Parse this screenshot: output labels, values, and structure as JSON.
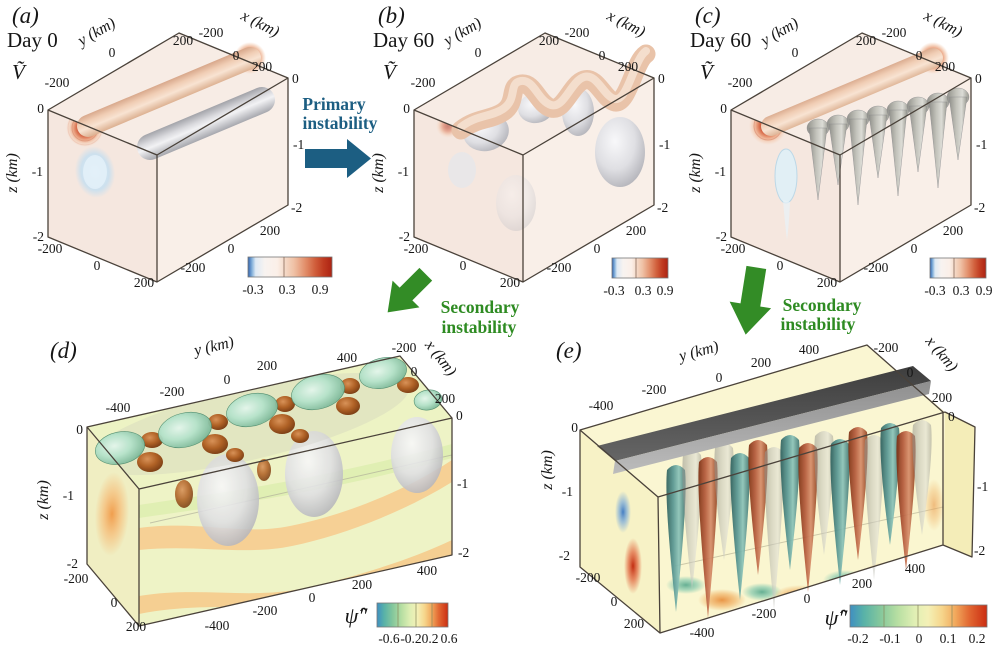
{
  "colors": {
    "primary_arrow": "#1c5e82",
    "secondary_arrow": "#338c26",
    "warm_face": "#f7ece5",
    "green_face": "#edf3c4",
    "yellow_face": "#faf6d2",
    "colorbar_warm_ends": [
      "#2f62ae",
      "#ad2313"
    ],
    "colorbar_rainbow_ends": [
      "#3f8fc1",
      "#cb2d12"
    ]
  },
  "arrows": {
    "primary": {
      "line1": "Primary",
      "line2": "instability"
    },
    "secondary_left": {
      "line1": "Secondary",
      "line2": "instability"
    },
    "secondary_right": {
      "line1": "Secondary",
      "line2": "instability"
    }
  },
  "panels": {
    "a": {
      "tag": "(a)",
      "day": "Day 0",
      "var": "Ṽ",
      "axis_y": {
        "label": "y (km)",
        "ticks": [
          "-200",
          "0",
          "200"
        ]
      },
      "axis_x": {
        "label": "x (km)",
        "ticks": [
          "-200",
          "0",
          "200"
        ]
      },
      "axis_z": {
        "label": "z (km)",
        "ticks": [
          "0",
          "-1",
          "-2"
        ]
      },
      "right_ticks": [
        "0",
        "-1",
        "-2"
      ],
      "bottom_left_ticks": [
        "-200",
        "0",
        "200"
      ],
      "bottom_right_ticks": [
        "200",
        "0",
        "-200"
      ],
      "colorbar": {
        "ticks": [
          "-0.3",
          "0.3",
          "0.9"
        ]
      }
    },
    "b": {
      "tag": "(b)",
      "day": "Day 60",
      "var": "Ṽ",
      "axis_y": {
        "label": "y (km)",
        "ticks": [
          "-200",
          "0",
          "200"
        ]
      },
      "axis_x": {
        "label": "x (km)",
        "ticks": [
          "-200",
          "0",
          "200"
        ]
      },
      "axis_z": {
        "label": "z (km)",
        "ticks": [
          "0",
          "-1",
          "-2"
        ]
      },
      "right_ticks": [
        "0",
        "-1",
        "-2"
      ],
      "bottom_left_ticks": [
        "-200",
        "0",
        "200"
      ],
      "bottom_right_ticks": [
        "200",
        "0",
        "-200"
      ],
      "colorbar": {
        "ticks": [
          "-0.3",
          "0.3",
          "0.9"
        ]
      }
    },
    "c": {
      "tag": "(c)",
      "day": "Day 60",
      "var": "Ṽ",
      "axis_y": {
        "label": "y (km)",
        "ticks": [
          "-200",
          "0",
          "200"
        ]
      },
      "axis_x": {
        "label": "x (km)",
        "ticks": [
          "-200",
          "0",
          "200"
        ]
      },
      "axis_z": {
        "label": "z (km)",
        "ticks": [
          "0",
          "-1",
          "-2"
        ]
      },
      "right_ticks": [
        "0",
        "-1",
        "-2"
      ],
      "bottom_left_ticks": [
        "-200",
        "0",
        "200"
      ],
      "bottom_right_ticks": [
        "200",
        "0",
        "-200"
      ],
      "colorbar": {
        "ticks": [
          "-0.3",
          "0.3",
          "0.9"
        ]
      }
    },
    "d": {
      "tag": "(d)",
      "axis_y": {
        "label": "y (km)",
        "ticks": [
          "-400",
          "-200",
          "0",
          "200",
          "400"
        ]
      },
      "axis_x": {
        "label": "x (km)",
        "ticks": [
          "-200",
          "0",
          "200"
        ]
      },
      "axis_z": {
        "label": "z (km)",
        "ticks": [
          "0",
          "-1",
          "-2"
        ]
      },
      "right_ticks": [
        "0",
        "-1",
        "-2"
      ],
      "bottom_left_ticks": [
        "-200",
        "0",
        "200"
      ],
      "bottom_right_ticks": [
        "-400",
        "-200",
        "0",
        "200",
        "400"
      ],
      "colorbar": {
        "label": "ψ̂″",
        "ticks": [
          "-0.6",
          "-0.2",
          "0.2",
          "0.6"
        ]
      }
    },
    "e": {
      "tag": "(e)",
      "axis_y": {
        "label": "y (km)",
        "ticks": [
          "-400",
          "-200",
          "0",
          "200",
          "400"
        ]
      },
      "axis_x": {
        "label": "x (km)",
        "ticks": [
          "-200",
          "0",
          "200"
        ]
      },
      "axis_z": {
        "label": "z (km)",
        "ticks": [
          "0",
          "-1",
          "-2"
        ]
      },
      "right_ticks": [
        "0",
        "-1",
        "-2"
      ],
      "bottom_left_ticks": [
        "-200",
        "0",
        "200"
      ],
      "bottom_right_ticks": [
        "-400",
        "-200",
        "0",
        "200",
        "400"
      ],
      "colorbar": {
        "label": "ψ̂″",
        "ticks": [
          "-0.2",
          "-0.1",
          "0",
          "0.1",
          "0.2"
        ]
      }
    }
  },
  "chart_data": [
    {
      "panel": "a",
      "type": "isosurface-3d",
      "title": "Day 0",
      "variable": "Ṽ",
      "x_label": "x (km)",
      "y_label": "y (km)",
      "z_label": "z (km)",
      "x_ticks": [
        -200,
        0,
        200
      ],
      "y_ticks": [
        -200,
        0,
        200
      ],
      "z_ticks": [
        0,
        -1,
        -2
      ],
      "colorbar_ticks": [
        -0.3,
        0.3,
        0.9
      ],
      "content": "straight zonal jet tube isosurface (warm) with parallel gray tube, red wall contour spots, blue subsurface contour"
    },
    {
      "panel": "b",
      "type": "isosurface-3d",
      "title": "Day 60",
      "variable": "Ṽ",
      "x_label": "x (km)",
      "y_label": "y (km)",
      "z_label": "z (km)",
      "x_ticks": [
        -200,
        0,
        200
      ],
      "y_ticks": [
        -200,
        0,
        200
      ],
      "z_ticks": [
        0,
        -1,
        -2
      ],
      "colorbar_ticks": [
        -0.3,
        0.3,
        0.9
      ],
      "content": "meandering wavy jet isosurface after primary instability with detached gray lobes"
    },
    {
      "panel": "c",
      "type": "isosurface-3d",
      "title": "Day 60",
      "variable": "Ṽ",
      "x_label": "x (km)",
      "y_label": "y (km)",
      "z_label": "z (km)",
      "x_ticks": [
        -200,
        0,
        200
      ],
      "y_ticks": [
        -200,
        0,
        200
      ],
      "z_ticks": [
        0,
        -1,
        -2
      ],
      "colorbar_ticks": [
        -0.3,
        0.3,
        0.9
      ],
      "content": "straight jet tube with row of small-scale finger/teeth isosurfaces beneath"
    },
    {
      "panel": "d",
      "type": "isosurface-3d",
      "variable": "ψ̂″",
      "x_label": "x (km)",
      "y_label": "y (km)",
      "z_label": "z (km)",
      "x_ticks": [
        -200,
        0,
        200
      ],
      "y_ticks": [
        -400,
        -200,
        0,
        200,
        400
      ],
      "z_ticks": [
        0,
        -1,
        -2
      ],
      "colorbar_ticks": [
        -0.6,
        -0.2,
        0.2,
        0.6
      ],
      "content": "secondary instability mode: alternating teal and copper surface lobes with deep gray cells, banded background field"
    },
    {
      "panel": "e",
      "type": "isosurface-3d",
      "variable": "ψ̂″",
      "x_label": "x (km)",
      "y_label": "y (km)",
      "z_label": "z (km)",
      "x_ticks": [
        -200,
        0,
        200
      ],
      "y_ticks": [
        -400,
        -200,
        0,
        200,
        400
      ],
      "z_ticks": [
        0,
        -1,
        -2
      ],
      "colorbar_ticks": [
        -0.2,
        -0.1,
        0,
        0.1,
        0.2
      ],
      "content": "secondary instability mode: dark slab jet with alternating teal/red vertical finger cells and floor spots"
    }
  ]
}
